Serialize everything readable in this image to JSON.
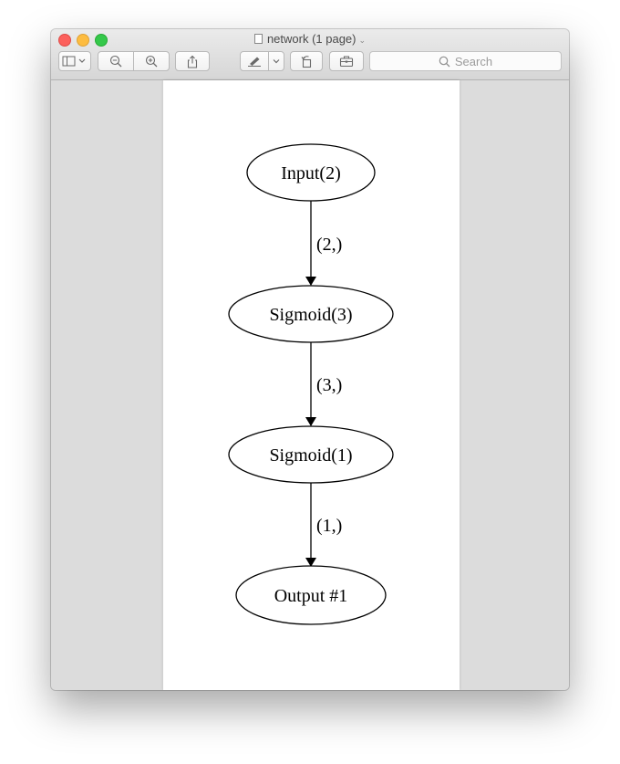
{
  "window": {
    "title": "network (1 page)",
    "title_chevron": "⌄"
  },
  "toolbar": {
    "search_placeholder": "Search",
    "icons": [
      "sidebar-icon",
      "chevron-down-icon",
      "zoom-out-icon",
      "zoom-in-icon",
      "share-icon",
      "markup-pen-icon",
      "chevron-down-icon",
      "rotate-icon",
      "toolbox-icon",
      "search-icon"
    ]
  },
  "graph": {
    "nodes": [
      {
        "label": "Input(2)"
      },
      {
        "label": "Sigmoid(3)"
      },
      {
        "label": "Sigmoid(1)"
      },
      {
        "label": "Output #1"
      }
    ],
    "edges": [
      {
        "label": "(2,)"
      },
      {
        "label": "(3,)"
      },
      {
        "label": "(1,)"
      }
    ]
  },
  "colors": {
    "close": "#fc605c",
    "minimize": "#fdbc40",
    "maximize": "#34c84a"
  }
}
